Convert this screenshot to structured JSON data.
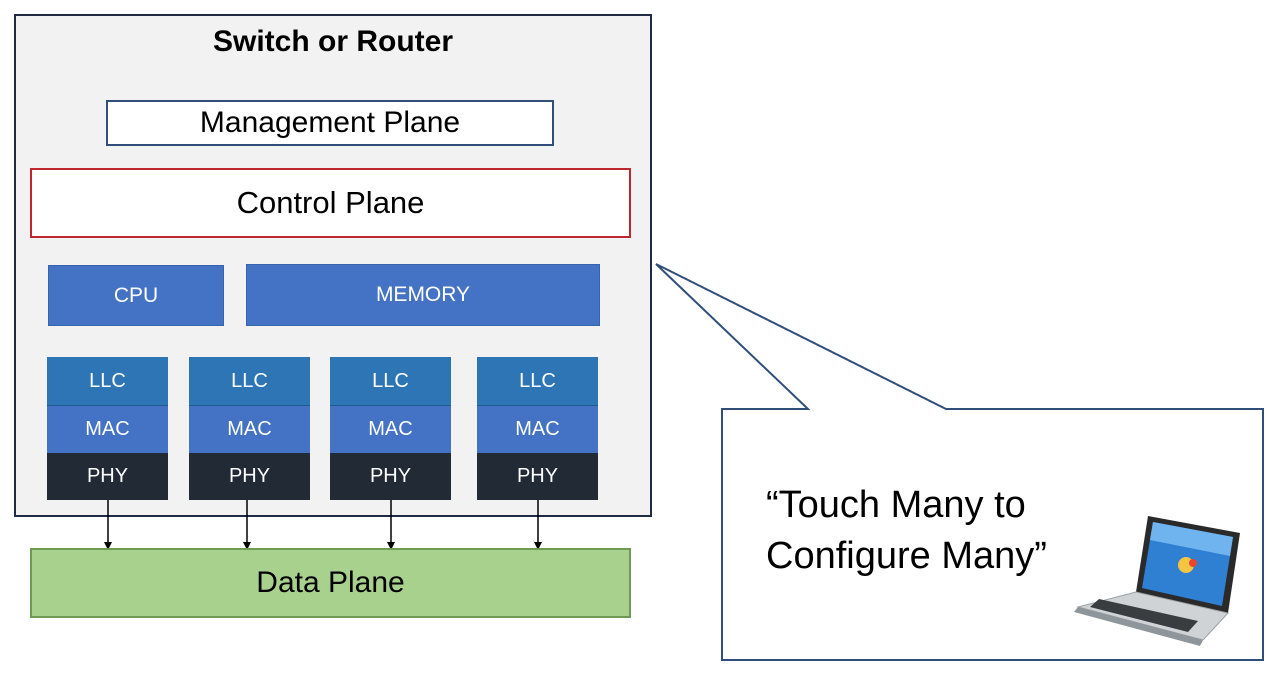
{
  "router": {
    "title": "Switch or Router",
    "management_plane": "Management Plane",
    "control_plane": "Control Plane",
    "cpu": "CPU",
    "memory": "MEMORY",
    "ports": [
      {
        "llc": "LLC",
        "mac": "MAC",
        "phy": "PHY"
      },
      {
        "llc": "LLC",
        "mac": "MAC",
        "phy": "PHY"
      },
      {
        "llc": "LLC",
        "mac": "MAC",
        "phy": "PHY"
      },
      {
        "llc": "LLC",
        "mac": "MAC",
        "phy": "PHY"
      }
    ]
  },
  "data_plane": "Data Plane",
  "callout": {
    "line1": "“Touch Many to",
    "line2": "Configure  Many”",
    "icon": "laptop-icon"
  },
  "colors": {
    "control_border": "#c0262d",
    "block_blue": "#4472c4",
    "llc_blue": "#2e75b6",
    "phy_dark": "#222a35",
    "data_green": "#a9d18e"
  }
}
